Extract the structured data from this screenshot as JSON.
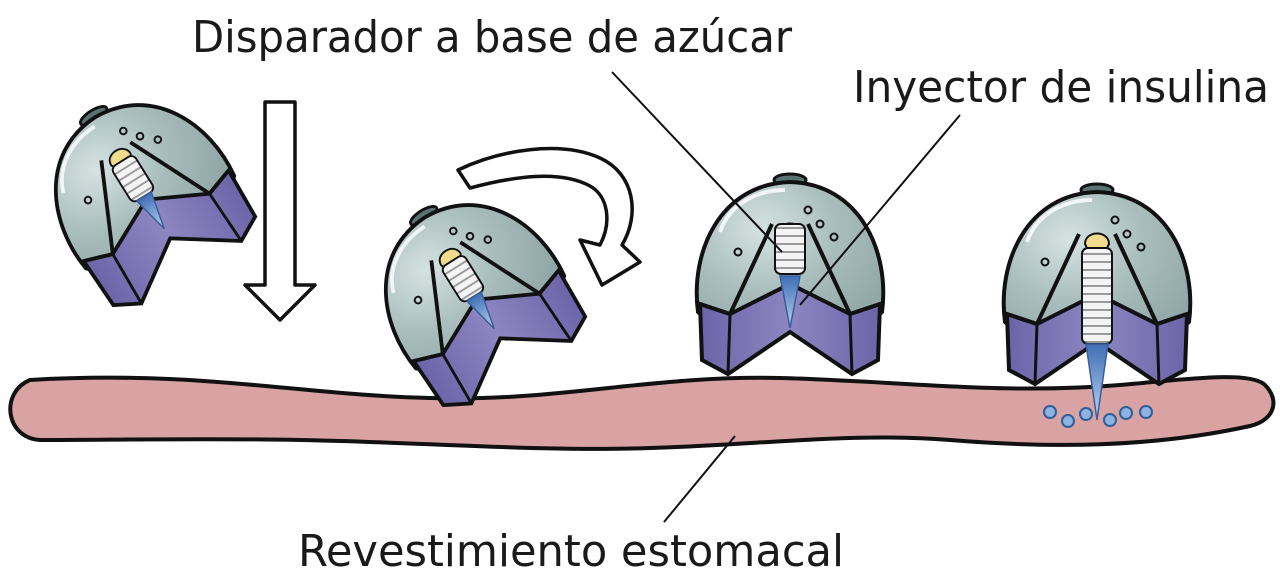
{
  "labels": {
    "trigger": "Disparador a base de azúcar",
    "injector": "Inyector de insulina",
    "lining": "Revestimiento estomacal"
  },
  "colors": {
    "shell": "#9fb3b3",
    "shell_highlight": "#cfdcdc",
    "base": "#7b74b4",
    "tissue": "#d9a3a3",
    "sugar": "#f0dc8c",
    "needle": "#7fa6d8",
    "drops": "#8fb3e0",
    "outline": "#111111"
  }
}
